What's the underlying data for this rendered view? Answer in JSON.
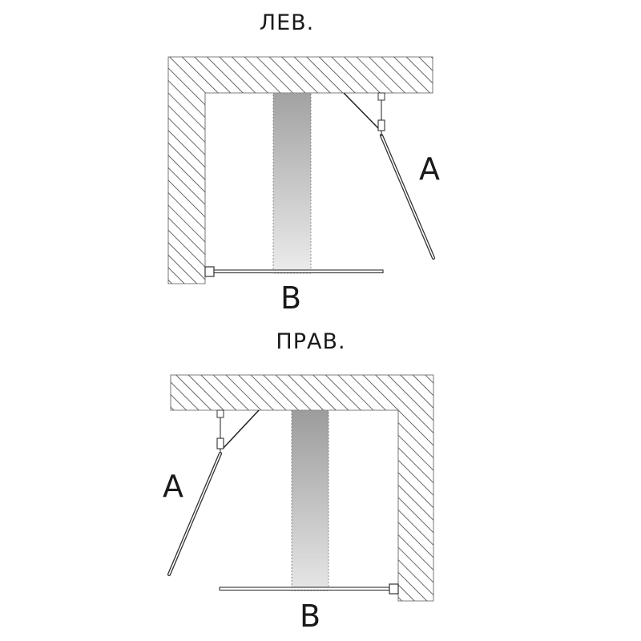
{
  "diagrams": [
    {
      "title": "ЛЕВ.",
      "labels": {
        "panel_a": "A",
        "panel_b": "B"
      }
    },
    {
      "title": "ПРАВ.",
      "labels": {
        "panel_a": "A",
        "panel_b": "B"
      }
    }
  ],
  "colors": {
    "wall_hatch": "#444444",
    "wall_background": "#ffffff",
    "glass_stroke": "#333333",
    "shadow_dark": "#9a9a9a",
    "shadow_light": "#e9e9e9",
    "text": "#1a1a1a"
  }
}
